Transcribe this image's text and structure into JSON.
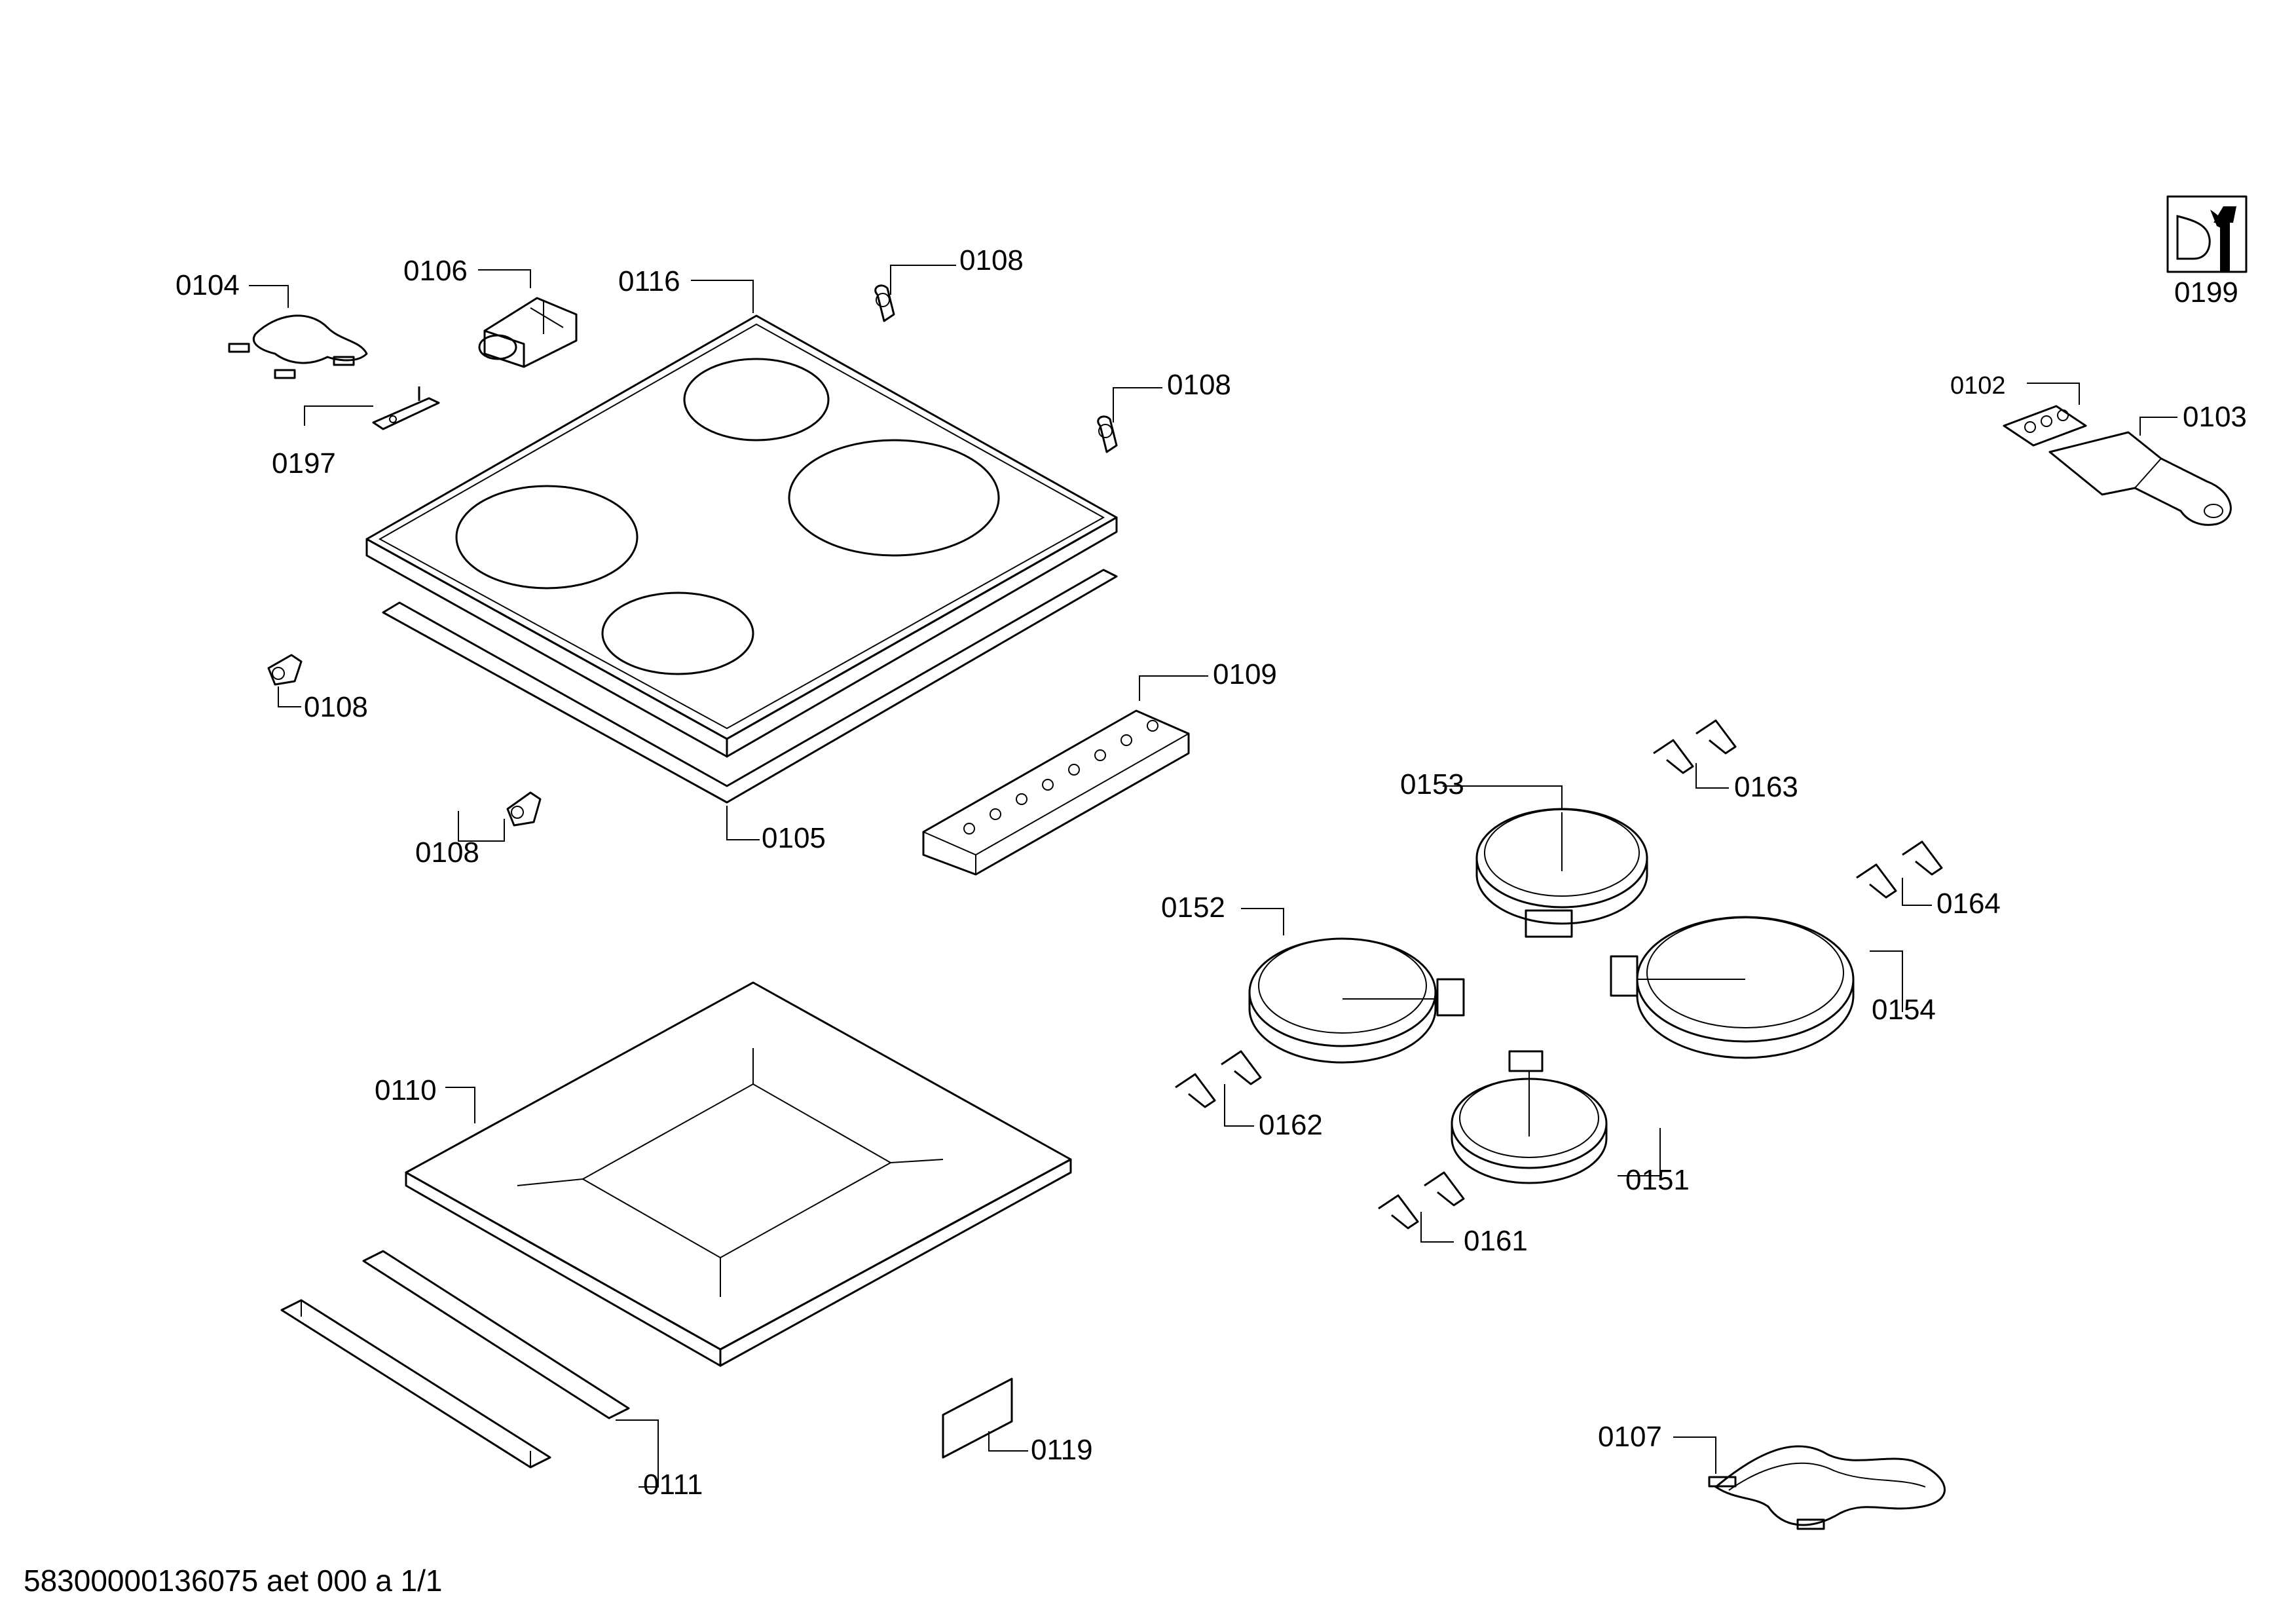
{
  "labels": {
    "p0104": "0104",
    "p0106": "0106",
    "p0116": "0116",
    "p0108_a": "0108",
    "p0108_b": "0108",
    "p0108_c": "0108",
    "p0108_d": "0108",
    "p0197": "0197",
    "p0199": "0199",
    "p0102": "0102",
    "p0103": "0103",
    "p0109": "0109",
    "p0105": "0105",
    "p0153": "0153",
    "p0163": "0163",
    "p0164": "0164",
    "p0152": "0152",
    "p0154": "0154",
    "p0162": "0162",
    "p0151": "0151",
    "p0161": "0161",
    "p0110": "0110",
    "p0111": "0111",
    "p0119": "0119",
    "p0107": "0107"
  },
  "footer": "58300000136075 aet 000 a 1/1",
  "icons": [
    "wrench-tool-icon"
  ]
}
